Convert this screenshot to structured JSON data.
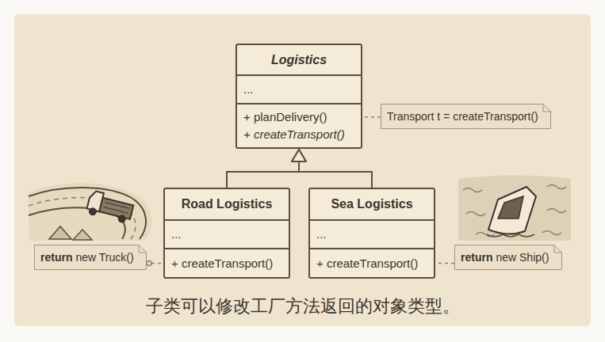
{
  "diagram": {
    "caption": "子类可以修改工厂方法返回的对象类型。",
    "nodes": [
      {
        "text": [
          "Logistics",
          "...",
          "+ planDelivery()",
          "+ createTransport()"
        ]
      },
      {
        "text": [
          "Transport t = createTransport()"
        ]
      },
      {
        "text": [
          "return",
          "new Truck()"
        ]
      },
      {
        "text": [
          "Road Logistics",
          "...",
          "+ createTransport()"
        ]
      },
      {
        "text": [
          "Sea Logistics",
          "...",
          "+ createTransport()"
        ]
      },
      {
        "text": [
          "return",
          "new Ship()"
        ]
      }
    ],
    "edges": [
      {
        "from": 3,
        "to": 0,
        "arrow": "to"
      },
      {
        "from": 4,
        "to": 0,
        "arrow": "to"
      },
      {
        "from": 1,
        "to": 0,
        "arrow": "none"
      },
      {
        "from": 2,
        "to": 3,
        "arrow": "none"
      },
      {
        "from": 5,
        "to": 4,
        "arrow": "none"
      }
    ]
  }
}
